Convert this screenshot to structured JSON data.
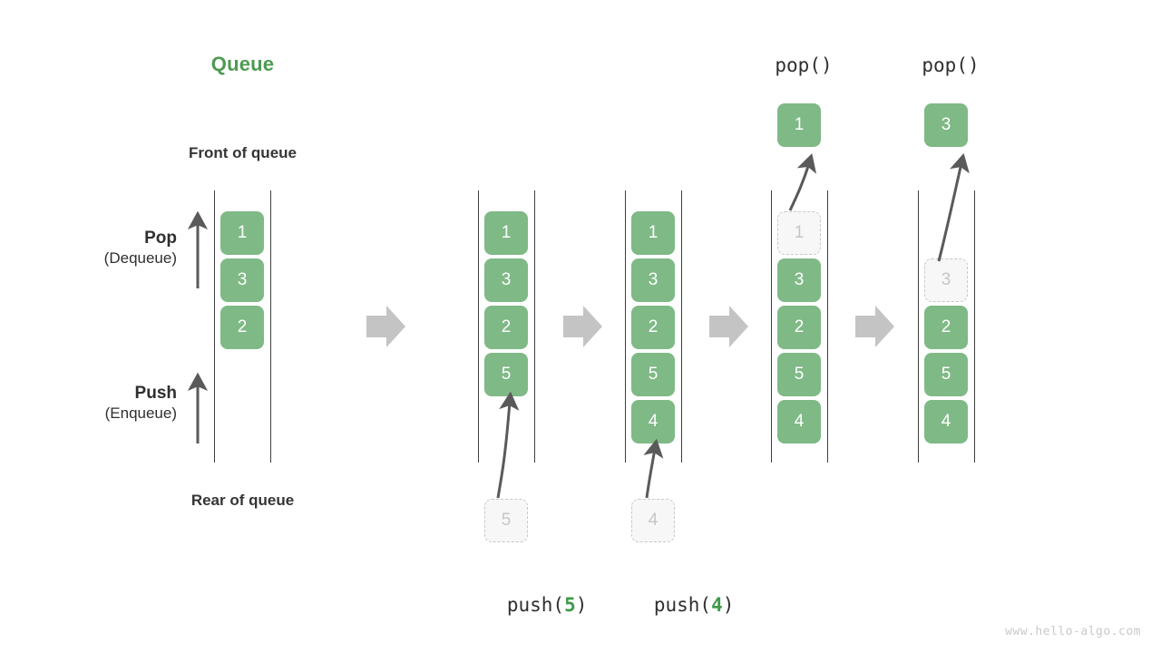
{
  "title": "Queue",
  "accent_color": "#4e9a51",
  "cell_color": "#7fb986",
  "ghost_color": "#f7f7f7",
  "arrow_color": "#c4c4c4",
  "labels": {
    "front_of_queue": "Front of queue",
    "rear_of_queue": "Rear of queue",
    "pop_main": "Pop",
    "pop_sub": "(Dequeue)",
    "push_main": "Push",
    "push_sub": "(Enqueue)"
  },
  "stages": [
    {
      "name": "initial",
      "caption_top": "",
      "caption_bottom": "",
      "cells": [
        {
          "value": "1",
          "state": "filled"
        },
        {
          "value": "3",
          "state": "filled"
        },
        {
          "value": "2",
          "state": "filled"
        }
      ],
      "incoming": null,
      "popped": null
    },
    {
      "name": "push-5",
      "caption_top": "",
      "caption_bottom_prefix": "push(",
      "caption_bottom_arg": "5",
      "caption_bottom_suffix": ")",
      "cells": [
        {
          "value": "1",
          "state": "filled"
        },
        {
          "value": "3",
          "state": "filled"
        },
        {
          "value": "2",
          "state": "filled"
        },
        {
          "value": "5",
          "state": "filled"
        }
      ],
      "incoming": "5",
      "popped": null
    },
    {
      "name": "push-4",
      "caption_top": "",
      "caption_bottom_prefix": "push(",
      "caption_bottom_arg": "4",
      "caption_bottom_suffix": ")",
      "cells": [
        {
          "value": "1",
          "state": "filled"
        },
        {
          "value": "3",
          "state": "filled"
        },
        {
          "value": "2",
          "state": "filled"
        },
        {
          "value": "5",
          "state": "filled"
        },
        {
          "value": "4",
          "state": "filled"
        }
      ],
      "incoming": "4",
      "popped": null
    },
    {
      "name": "pop-1",
      "caption_top": "pop()",
      "cells": [
        {
          "value": "1",
          "state": "ghost"
        },
        {
          "value": "3",
          "state": "filled"
        },
        {
          "value": "2",
          "state": "filled"
        },
        {
          "value": "5",
          "state": "filled"
        },
        {
          "value": "4",
          "state": "filled"
        }
      ],
      "incoming": null,
      "popped": "1"
    },
    {
      "name": "pop-3",
      "caption_top": "pop()",
      "cells": [
        {
          "value": "",
          "state": "empty"
        },
        {
          "value": "3",
          "state": "ghost"
        },
        {
          "value": "2",
          "state": "filled"
        },
        {
          "value": "5",
          "state": "filled"
        },
        {
          "value": "4",
          "state": "filled"
        }
      ],
      "incoming": null,
      "popped": "3"
    }
  ],
  "watermark": "www.hello-algo.com"
}
